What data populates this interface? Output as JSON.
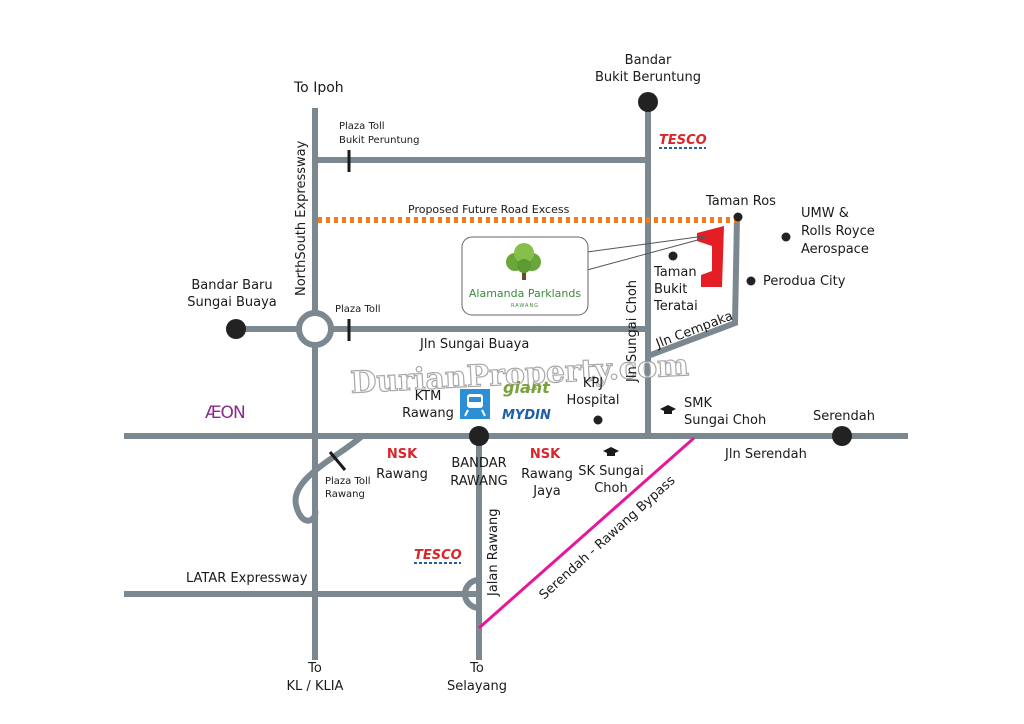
{
  "colors": {
    "road": "#7b8890",
    "dot": "#222222",
    "future_road": "#f07d1c",
    "bypass": "#e5189a",
    "site": "#e31e24",
    "brand_red": "#d9262b",
    "mydin_blue": "#1f5fa8",
    "ktm_blue": "#2b8fd6",
    "aeon_purple": "#8a2a8a",
    "giant_green": "#7aa13a"
  },
  "labels": {
    "to_ipoh": "To Ipoh",
    "bandar_bukit_beruntung_1": "Bandar",
    "bandar_bukit_beruntung_2": "Bukit Beruntung",
    "plaza_toll_bukit_peruntung_1": "Plaza Toll",
    "plaza_toll_bukit_peruntung_2": "Bukit Peruntung",
    "northsouth_expressway": "NorthSouth Expressway",
    "proposed_future_road": "Proposed Future Road Excess",
    "taman_ros": "Taman Ros",
    "umw_1": "UMW &",
    "umw_2": "Rolls Royce",
    "umw_3": "Aerospace",
    "perodua_city": "Perodua City",
    "taman_bukit_teratai_1": "Taman",
    "taman_bukit_teratai_2": "Bukit",
    "taman_bukit_teratai_3": "Teratai",
    "jln_cempaka": "Jln Cempaka",
    "jln_sungai_choh": "Jln Sungai Choh",
    "bandar_baru_sungai_buaya_1": "Bandar Baru",
    "bandar_baru_sungai_buaya_2": "Sungai Buaya",
    "plaza_toll": "Plaza Toll",
    "jln_sungai_buaya": "Jln Sungai Buaya",
    "ktm_rawang_1": "KTM",
    "ktm_rawang_2": "Rawang",
    "mydin": "MYDIN",
    "giant": "giant",
    "kpj_hospital_1": "KPJ",
    "kpj_hospital_2": "Hospital",
    "smk_sungai_choh_1": "SMK",
    "smk_sungai_choh_2": "Sungai Choh",
    "serendah": "Serendah",
    "aeon": "ÆON",
    "jln_serendah": "Jln Serendah",
    "nsk_rawang_brand": "NSK",
    "nsk_rawang_name": "Rawang",
    "bandar_rawang_1": "BANDAR",
    "bandar_rawang_2": "RAWANG",
    "nsk_rawang_jaya_brand": "NSK",
    "nsk_rawang_jaya_1": "Rawang",
    "nsk_rawang_jaya_2": "Jaya",
    "sk_sungai_choh_1": "SK Sungai",
    "sk_sungai_choh_2": "Choh",
    "plaza_toll_rawang_1": "Plaza Toll",
    "plaza_toll_rawang_2": "Rawang",
    "serendah_rawang_bypass": "Serendah - Rawang Bypass",
    "tesco_north": "TESCO",
    "tesco_south": "TESCO",
    "latar_expressway": "LATAR Expressway",
    "jalan_rawang": "Jalan Rawang",
    "to_kl_1": "To",
    "to_kl_2": "KL / KLIA",
    "to_selayang_1": "To",
    "to_selayang_2": "Selayang"
  },
  "project_logo": {
    "name": "Alamanda Parklands",
    "location": "RAWANG"
  },
  "watermark": "DurianProperty.com",
  "icons": {
    "ktm": "train-icon",
    "school_smk": "graduation-cap-icon",
    "school_sk": "graduation-cap-icon",
    "project_tree": "tree-icon",
    "site": "site-marker-icon"
  }
}
